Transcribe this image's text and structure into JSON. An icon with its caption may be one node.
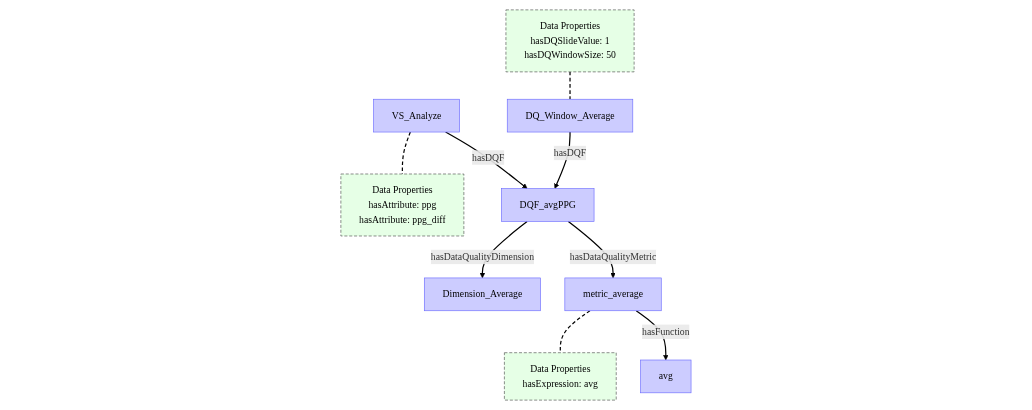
{
  "diagram": {
    "nodes": [
      {
        "text": [
          "Data Properties",
          "hasDQSlideValue: 1",
          "hasDQWindowSize: 50"
        ]
      },
      {
        "text": [
          "DQ_Window_Average"
        ]
      },
      {
        "text": [
          "VS_Analyze"
        ]
      },
      {
        "text": [
          "Data Properties",
          "hasAttribute: ppg",
          "hasAttribute: ppg_diff"
        ]
      },
      {
        "text": [
          "DQF_avgPPG"
        ]
      },
      {
        "text": [
          "Dimension_Average"
        ]
      },
      {
        "text": [
          "metric_average"
        ]
      },
      {
        "text": [
          "Data Properties",
          "hasExpression: avg"
        ]
      },
      {
        "text": [
          "avg"
        ]
      }
    ],
    "edges": [
      {
        "from": 0,
        "to": 1,
        "arrow": "none",
        "style": "dashed"
      },
      {
        "from": 2,
        "to": 3,
        "arrow": "none",
        "style": "dashed"
      },
      {
        "from": 1,
        "to": 4,
        "arrow": "to",
        "label": "hasDQF"
      },
      {
        "from": 2,
        "to": 4,
        "arrow": "to",
        "label": "hasDQF"
      },
      {
        "from": 4,
        "to": 5,
        "arrow": "to",
        "label": "hasDataQualityDimension"
      },
      {
        "from": 4,
        "to": 6,
        "arrow": "to",
        "label": "hasDataQualityMetric"
      },
      {
        "from": 6,
        "to": 7,
        "arrow": "none",
        "style": "dashed"
      },
      {
        "from": 6,
        "to": 8,
        "arrow": "to",
        "label": "hasFunction"
      }
    ]
  }
}
